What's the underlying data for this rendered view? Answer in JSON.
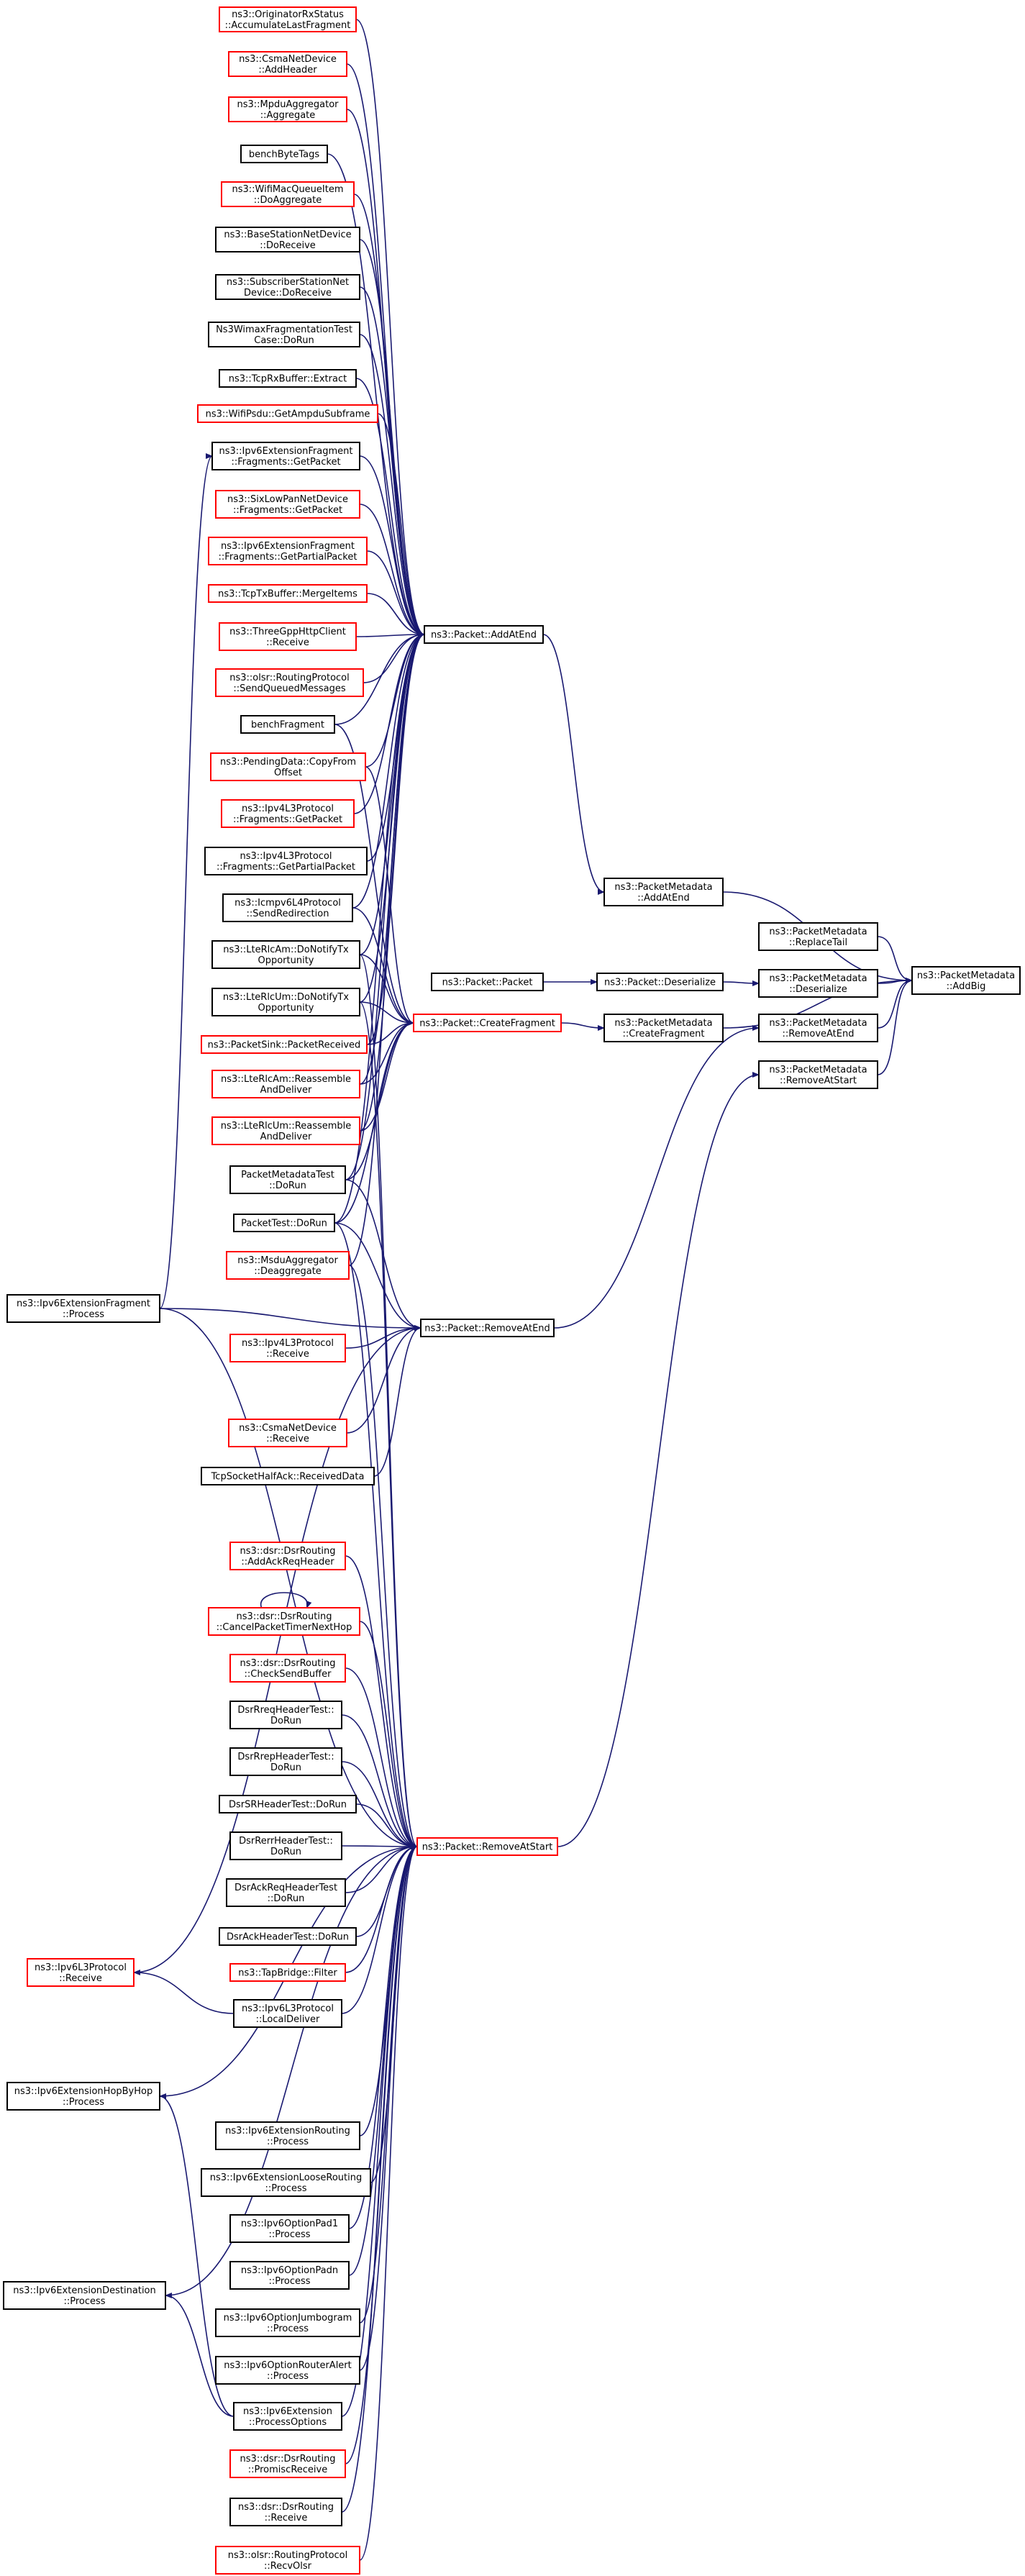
{
  "graph_title": "ns3::PacketMetadata::AddBig caller graph",
  "colors": {
    "edge": "#191970",
    "border_normal": "#000000",
    "border_truncated": "#ff0000",
    "highlight_fill": "#bfbfbf",
    "node_fill": "#ffffff"
  },
  "nodes": [
    {
      "id": "OriginatorRxStatus",
      "lines": [
        "ns3::OriginatorRxStatus",
        "::AccumulateLastFragment"
      ],
      "border": "red"
    },
    {
      "id": "CsmaAddHeader",
      "lines": [
        "ns3::CsmaNetDevice",
        "::AddHeader"
      ],
      "border": "red"
    },
    {
      "id": "MpduAggregate",
      "lines": [
        "ns3::MpduAggregator",
        "::Aggregate"
      ],
      "border": "red"
    },
    {
      "id": "benchByteTags",
      "lines": [
        "benchByteTags"
      ],
      "border": "black"
    },
    {
      "id": "WifiMacQueueItem",
      "lines": [
        "ns3::WifiMacQueueItem",
        "::DoAggregate"
      ],
      "border": "red"
    },
    {
      "id": "BaseStationDoReceive",
      "lines": [
        "ns3::BaseStationNetDevice",
        "::DoReceive"
      ],
      "border": "black"
    },
    {
      "id": "SubscriberDoReceive",
      "lines": [
        "ns3::SubscriberStationNet",
        "Device::DoReceive"
      ],
      "border": "black"
    },
    {
      "id": "WimaxFragTest",
      "lines": [
        "Ns3WimaxFragmentationTest",
        "Case::DoRun"
      ],
      "border": "black"
    },
    {
      "id": "TcpRxExtract",
      "lines": [
        "ns3::TcpRxBuffer::Extract"
      ],
      "border": "black"
    },
    {
      "id": "WifiPsdu",
      "lines": [
        "ns3::WifiPsdu::GetAmpduSubframe"
      ],
      "border": "red"
    },
    {
      "id": "Ipv6FragGetPacket",
      "lines": [
        "ns3::Ipv6ExtensionFragment",
        "::Fragments::GetPacket"
      ],
      "border": "black"
    },
    {
      "id": "SixLowPan",
      "lines": [
        "ns3::SixLowPanNetDevice",
        "::Fragments::GetPacket"
      ],
      "border": "red"
    },
    {
      "id": "Ipv6FragGetPartial",
      "lines": [
        "ns3::Ipv6ExtensionFragment",
        "::Fragments::GetPartialPacket"
      ],
      "border": "red"
    },
    {
      "id": "TcpTxMerge",
      "lines": [
        "ns3::TcpTxBuffer::MergeItems"
      ],
      "border": "red"
    },
    {
      "id": "ThreeGpp",
      "lines": [
        "ns3::ThreeGppHttpClient",
        "::Receive"
      ],
      "border": "red"
    },
    {
      "id": "OlsrSendQueued",
      "lines": [
        "ns3::olsr::RoutingProtocol",
        "::SendQueuedMessages"
      ],
      "border": "red"
    },
    {
      "id": "benchFragment",
      "lines": [
        "benchFragment"
      ],
      "border": "black"
    },
    {
      "id": "PendingData",
      "lines": [
        "ns3::PendingData::CopyFrom",
        "Offset"
      ],
      "border": "red"
    },
    {
      "id": "Ipv4L3GetPacket",
      "lines": [
        "ns3::Ipv4L3Protocol",
        "::Fragments::GetPacket"
      ],
      "border": "red"
    },
    {
      "id": "Ipv4L3GetPartial",
      "lines": [
        "ns3::Ipv4L3Protocol",
        "::Fragments::GetPartialPacket"
      ],
      "border": "black"
    },
    {
      "id": "Icmpv6",
      "lines": [
        "ns3::Icmpv6L4Protocol",
        "::SendRedirection"
      ],
      "border": "black"
    },
    {
      "id": "LteRlcAm",
      "lines": [
        "ns3::LteRlcAm::DoNotifyTx",
        "Opportunity"
      ],
      "border": "black"
    },
    {
      "id": "LteRlcUm",
      "lines": [
        "ns3::LteRlcUm::DoNotifyTx",
        "Opportunity"
      ],
      "border": "black"
    },
    {
      "id": "PacketSink",
      "lines": [
        "ns3::PacketSink::PacketReceived"
      ],
      "border": "red"
    },
    {
      "id": "LteRlcAmReass",
      "lines": [
        "ns3::LteRlcAm::Reassemble",
        "AndDeliver"
      ],
      "border": "red"
    },
    {
      "id": "LteRlcUmReass",
      "lines": [
        "ns3::LteRlcUm::Reassemble",
        "AndDeliver"
      ],
      "border": "red"
    },
    {
      "id": "PacketMetadataTest",
      "lines": [
        "PacketMetadataTest",
        "::DoRun"
      ],
      "border": "black"
    },
    {
      "id": "PacketTest",
      "lines": [
        "PacketTest::DoRun"
      ],
      "border": "black"
    },
    {
      "id": "MsduDeagg",
      "lines": [
        "ns3::MsduAggregator",
        "::Deaggregate"
      ],
      "border": "red"
    },
    {
      "id": "Ipv6FragProcess",
      "lines": [
        "ns3::Ipv6ExtensionFragment",
        "::Process"
      ],
      "border": "black"
    },
    {
      "id": "Ipv4L3Receive",
      "lines": [
        "ns3::Ipv4L3Protocol",
        "::Receive"
      ],
      "border": "red"
    },
    {
      "id": "CsmaReceive",
      "lines": [
        "ns3::CsmaNetDevice",
        "::Receive"
      ],
      "border": "red"
    },
    {
      "id": "TcpSocketHalfAck",
      "lines": [
        "TcpSocketHalfAck::ReceivedData"
      ],
      "border": "black"
    },
    {
      "id": "DsrAddAck",
      "lines": [
        "ns3::dsr::DsrRouting",
        "::AddAckReqHeader"
      ],
      "border": "red"
    },
    {
      "id": "DsrCancel",
      "lines": [
        "ns3::dsr::DsrRouting",
        "::CancelPacketTimerNextHop"
      ],
      "border": "red"
    },
    {
      "id": "DsrCheckSend",
      "lines": [
        "ns3::dsr::DsrRouting",
        "::CheckSendBuffer"
      ],
      "border": "red"
    },
    {
      "id": "DsrRreq1",
      "lines": [
        "DsrRreqHeaderTest::",
        "DoRun"
      ],
      "border": "black"
    },
    {
      "id": "DsrRrep",
      "lines": [
        "DsrRrepHeaderTest::",
        "DoRun"
      ],
      "border": "black"
    },
    {
      "id": "DsrSR",
      "lines": [
        "DsrSRHeaderTest::DoRun"
      ],
      "border": "black"
    },
    {
      "id": "DsrRerr",
      "lines": [
        "DsrRerrHeaderTest::",
        "DoRun"
      ],
      "border": "black"
    },
    {
      "id": "DsrAckReq",
      "lines": [
        "DsrAckReqHeaderTest",
        "::DoRun"
      ],
      "border": "black"
    },
    {
      "id": "DsrAck",
      "lines": [
        "DsrAckHeaderTest::DoRun"
      ],
      "border": "black"
    },
    {
      "id": "TapBridge",
      "lines": [
        "ns3::TapBridge::Filter"
      ],
      "border": "red"
    },
    {
      "id": "Ipv6L3Receive",
      "lines": [
        "ns3::Ipv6L3Protocol",
        "::Receive"
      ],
      "border": "red"
    },
    {
      "id": "Ipv6L3Local",
      "lines": [
        "ns3::Ipv6L3Protocol",
        "::LocalDeliver"
      ],
      "border": "black"
    },
    {
      "id": "Ipv6HopByHop",
      "lines": [
        "ns3::Ipv6ExtensionHopByHop",
        "::Process"
      ],
      "border": "black"
    },
    {
      "id": "Ipv6Routing",
      "lines": [
        "ns3::Ipv6ExtensionRouting",
        "::Process"
      ],
      "border": "black"
    },
    {
      "id": "Ipv6Loose",
      "lines": [
        "ns3::Ipv6ExtensionLooseRouting",
        "::Process"
      ],
      "border": "black"
    },
    {
      "id": "Pad1",
      "lines": [
        "ns3::Ipv6OptionPad1",
        "::Process"
      ],
      "border": "black"
    },
    {
      "id": "Padn",
      "lines": [
        "ns3::Ipv6OptionPadn",
        "::Process"
      ],
      "border": "black"
    },
    {
      "id": "Jumbogram",
      "lines": [
        "ns3::Ipv6OptionJumbogram",
        "::Process"
      ],
      "border": "black"
    },
    {
      "id": "RouterAlert",
      "lines": [
        "ns3::Ipv6OptionRouterAlert",
        "::Process"
      ],
      "border": "black"
    },
    {
      "id": "Ipv6Destination",
      "lines": [
        "ns3::Ipv6ExtensionDestination",
        "::Process"
      ],
      "border": "black"
    },
    {
      "id": "Ipv6ProcessOptions",
      "lines": [
        "ns3::Ipv6Extension",
        "::ProcessOptions"
      ],
      "border": "black"
    },
    {
      "id": "DsrPromisc",
      "lines": [
        "ns3::dsr::DsrRouting",
        "::PromiscReceive"
      ],
      "border": "red"
    },
    {
      "id": "DsrReceive",
      "lines": [
        "ns3::dsr::DsrRouting",
        "::Receive"
      ],
      "border": "black"
    },
    {
      "id": "OlsrRecvOlsr",
      "lines": [
        "ns3::olsr::RoutingProtocol",
        "::RecvOlsr"
      ],
      "border": "red"
    },
    {
      "id": "PacketPacket",
      "lines": [
        "ns3::Packet::Packet"
      ],
      "border": "black"
    },
    {
      "id": "AddAtEnd",
      "lines": [
        "ns3::Packet::AddAtEnd"
      ],
      "border": "black"
    },
    {
      "id": "CreateFragment",
      "lines": [
        "ns3::Packet::CreateFragment"
      ],
      "border": "red"
    },
    {
      "id": "RemoveAtEnd",
      "lines": [
        "ns3::Packet::RemoveAtEnd"
      ],
      "border": "black"
    },
    {
      "id": "RemoveAtStart",
      "lines": [
        "ns3::Packet::RemoveAtStart"
      ],
      "border": "red"
    },
    {
      "id": "Deserialize",
      "lines": [
        "ns3::Packet::Deserialize"
      ],
      "border": "black"
    },
    {
      "id": "PMAddAtEnd",
      "lines": [
        "ns3::PacketMetadata",
        "::AddAtEnd"
      ],
      "border": "black"
    },
    {
      "id": "PMReplaceTail",
      "lines": [
        "ns3::PacketMetadata",
        "::ReplaceTail"
      ],
      "border": "black"
    },
    {
      "id": "PMDeserialize",
      "lines": [
        "ns3::PacketMetadata",
        "::Deserialize"
      ],
      "border": "black"
    },
    {
      "id": "PMCreateFragment",
      "lines": [
        "ns3::PacketMetadata",
        "::CreateFragment"
      ],
      "border": "black"
    },
    {
      "id": "PMRemoveAtEnd",
      "lines": [
        "ns3::PacketMetadata",
        "::RemoveAtEnd"
      ],
      "border": "black"
    },
    {
      "id": "PMRemoveAtStart",
      "lines": [
        "ns3::PacketMetadata",
        "::RemoveAtStart"
      ],
      "border": "black"
    },
    {
      "id": "AddBig",
      "lines": [
        "ns3::PacketMetadata",
        "::AddBig"
      ],
      "border": "black",
      "highlight": true
    }
  ],
  "edges": [
    [
      "PMAddAtEnd",
      "AddBig"
    ],
    [
      "PMReplaceTail",
      "AddBig"
    ],
    [
      "PMDeserialize",
      "AddBig"
    ],
    [
      "PMCreateFragment",
      "AddBig"
    ],
    [
      "PMRemoveAtEnd",
      "AddBig"
    ],
    [
      "PMRemoveAtStart",
      "AddBig"
    ],
    [
      "AddAtEnd",
      "PMAddAtEnd"
    ],
    [
      "Deserialize",
      "PMDeserialize"
    ],
    [
      "CreateFragment",
      "PMCreateFragment"
    ],
    [
      "RemoveAtEnd",
      "PMRemoveAtEnd"
    ],
    [
      "RemoveAtStart",
      "PMRemoveAtStart"
    ],
    [
      "PacketPacket",
      "Deserialize"
    ],
    [
      "OriginatorRxStatus",
      "AddAtEnd"
    ],
    [
      "CsmaAddHeader",
      "AddAtEnd"
    ],
    [
      "MpduAggregate",
      "AddAtEnd"
    ],
    [
      "benchByteTags",
      "AddAtEnd"
    ],
    [
      "WifiMacQueueItem",
      "AddAtEnd"
    ],
    [
      "BaseStationDoReceive",
      "AddAtEnd"
    ],
    [
      "SubscriberDoReceive",
      "AddAtEnd"
    ],
    [
      "WimaxFragTest",
      "AddAtEnd"
    ],
    [
      "TcpRxExtract",
      "AddAtEnd"
    ],
    [
      "WifiPsdu",
      "AddAtEnd"
    ],
    [
      "Ipv6FragGetPacket",
      "AddAtEnd"
    ],
    [
      "SixLowPan",
      "AddAtEnd"
    ],
    [
      "Ipv6FragGetPartial",
      "AddAtEnd"
    ],
    [
      "TcpTxMerge",
      "AddAtEnd"
    ],
    [
      "ThreeGpp",
      "AddAtEnd"
    ],
    [
      "OlsrSendQueued",
      "AddAtEnd"
    ],
    [
      "benchFragment",
      "AddAtEnd"
    ],
    [
      "PendingData",
      "AddAtEnd"
    ],
    [
      "Ipv4L3GetPacket",
      "AddAtEnd"
    ],
    [
      "Ipv4L3GetPartial",
      "AddAtEnd"
    ],
    [
      "Icmpv6",
      "AddAtEnd"
    ],
    [
      "LteRlcAm",
      "AddAtEnd"
    ],
    [
      "LteRlcUm",
      "AddAtEnd"
    ],
    [
      "PacketSink",
      "AddAtEnd"
    ],
    [
      "LteRlcAmReass",
      "AddAtEnd"
    ],
    [
      "LteRlcUmReass",
      "AddAtEnd"
    ],
    [
      "PacketMetadataTest",
      "AddAtEnd"
    ],
    [
      "PacketTest",
      "AddAtEnd"
    ],
    [
      "MsduDeagg",
      "AddAtEnd"
    ],
    [
      "Ipv6FragProcess",
      "Ipv6FragGetPacket"
    ],
    [
      "Ipv6FragProcess",
      "RemoveAtEnd"
    ],
    [
      "Ipv6FragProcess",
      "RemoveAtStart"
    ],
    [
      "benchFragment",
      "CreateFragment"
    ],
    [
      "PendingData",
      "CreateFragment"
    ],
    [
      "Icmpv6",
      "CreateFragment"
    ],
    [
      "LteRlcAm",
      "CreateFragment"
    ],
    [
      "LteRlcUm",
      "CreateFragment"
    ],
    [
      "PacketSink",
      "CreateFragment"
    ],
    [
      "LteRlcAmReass",
      "CreateFragment"
    ],
    [
      "LteRlcUmReass",
      "CreateFragment"
    ],
    [
      "PacketMetadataTest",
      "CreateFragment"
    ],
    [
      "PacketTest",
      "CreateFragment"
    ],
    [
      "PacketMetadataTest",
      "RemoveAtEnd"
    ],
    [
      "PacketTest",
      "RemoveAtEnd"
    ],
    [
      "Ipv4L3Receive",
      "RemoveAtEnd"
    ],
    [
      "CsmaReceive",
      "RemoveAtEnd"
    ],
    [
      "TcpSocketHalfAck",
      "RemoveAtEnd"
    ],
    [
      "Ipv6L3Receive",
      "RemoveAtEnd"
    ],
    [
      "LteRlcAm",
      "RemoveAtStart"
    ],
    [
      "LteRlcUm",
      "RemoveAtStart"
    ],
    [
      "PacketTest",
      "RemoveAtStart"
    ],
    [
      "MsduDeagg",
      "RemoveAtStart"
    ],
    [
      "DsrAddAck",
      "RemoveAtStart"
    ],
    [
      "DsrCancel",
      "RemoveAtStart"
    ],
    [
      "DsrCancel",
      "DsrCancel"
    ],
    [
      "DsrCheckSend",
      "RemoveAtStart"
    ],
    [
      "DsrRreq1",
      "RemoveAtStart"
    ],
    [
      "DsrRrep",
      "RemoveAtStart"
    ],
    [
      "DsrSR",
      "RemoveAtStart"
    ],
    [
      "DsrRerr",
      "RemoveAtStart"
    ],
    [
      "DsrAckReq",
      "RemoveAtStart"
    ],
    [
      "DsrAck",
      "RemoveAtStart"
    ],
    [
      "TapBridge",
      "RemoveAtStart"
    ],
    [
      "Ipv6L3Local",
      "RemoveAtStart"
    ],
    [
      "Ipv6L3Local",
      "Ipv6L3Receive"
    ],
    [
      "Ipv6HopByHop",
      "RemoveAtStart"
    ],
    [
      "Ipv6Routing",
      "RemoveAtStart"
    ],
    [
      "Ipv6Loose",
      "RemoveAtStart"
    ],
    [
      "Pad1",
      "RemoveAtStart"
    ],
    [
      "Padn",
      "RemoveAtStart"
    ],
    [
      "Jumbogram",
      "RemoveAtStart"
    ],
    [
      "RouterAlert",
      "RemoveAtStart"
    ],
    [
      "Ipv6ProcessOptions",
      "RemoveAtStart"
    ],
    [
      "Ipv6ProcessOptions",
      "Ipv6HopByHop"
    ],
    [
      "Ipv6ProcessOptions",
      "Ipv6Destination"
    ],
    [
      "Ipv6Destination",
      "RemoveAtStart"
    ],
    [
      "DsrPromisc",
      "RemoveAtStart"
    ],
    [
      "DsrReceive",
      "RemoveAtStart"
    ],
    [
      "OlsrRecvOlsr",
      "RemoveAtStart"
    ]
  ]
}
